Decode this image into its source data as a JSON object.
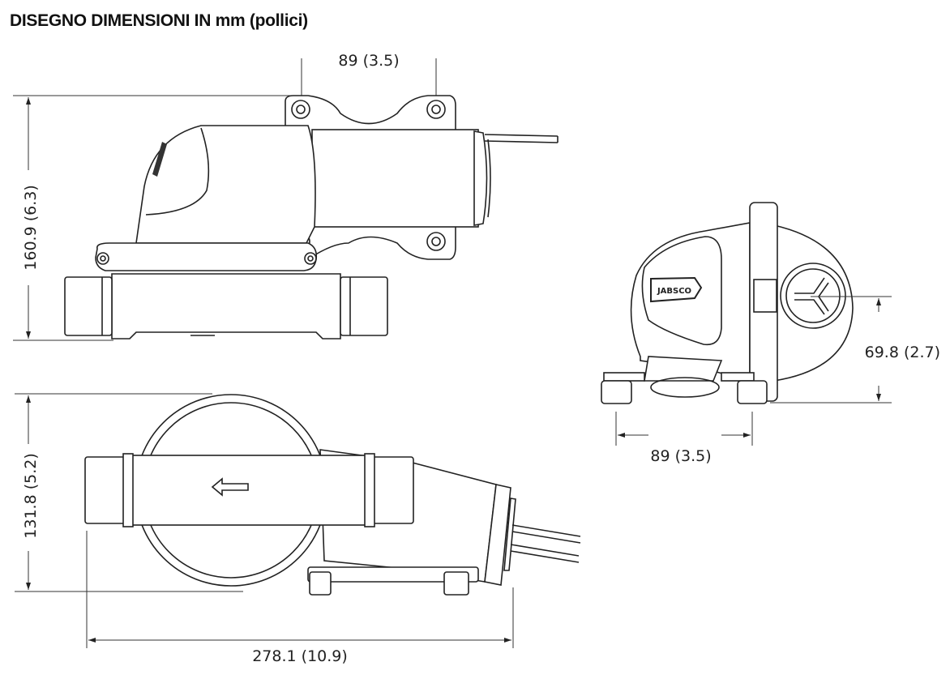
{
  "title": "DISEGNO DIMENSIONI IN mm (pollici)",
  "dimensions": {
    "top_mount_spacing": "89 (3.5)",
    "side_height": "160.9 (6.3)",
    "plan_width": "131.8 (5.2)",
    "overall_length": "278.1 (10.9)",
    "port_height": "69.8 (2.7)",
    "end_mount_spacing": "89 (3.5)"
  },
  "logo": "JABSCO"
}
